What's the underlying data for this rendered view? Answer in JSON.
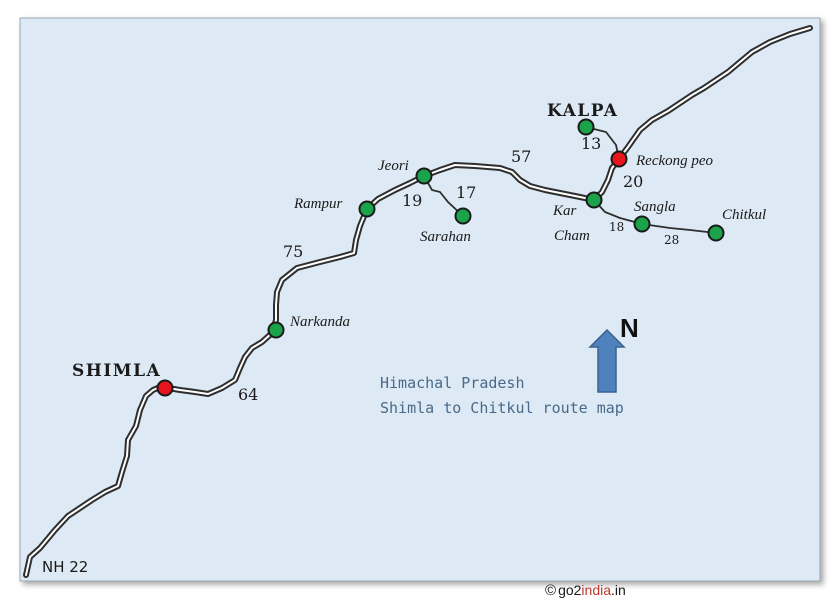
{
  "map": {
    "highway_label": "NH 22",
    "title_line1": "Himachal Pradesh",
    "title_line2": "Shimla to Chitkul route map",
    "north_label": "N",
    "colors": {
      "background": "#dde9f4",
      "road": "#3a3a3a",
      "town": "#1aa34a",
      "major_town": "#e8141b",
      "arrow": "#4f81bd",
      "title_text": "#4a6a8a"
    },
    "major_towns": [
      {
        "name": "SHIMLA"
      },
      {
        "name": "KALPA"
      }
    ],
    "towns": [
      {
        "name": "Narkanda"
      },
      {
        "name": "Rampur"
      },
      {
        "name": "Jeori"
      },
      {
        "name": "Sarahan"
      },
      {
        "name": "Kar"
      },
      {
        "name": "Cham"
      },
      {
        "name": "Sangla"
      },
      {
        "name": "Chitkul"
      },
      {
        "name": "Reckong peo"
      }
    ],
    "distances": [
      "64",
      "75",
      "19",
      "17",
      "57",
      "13",
      "20",
      "18",
      "28"
    ]
  },
  "credit": {
    "copyright_symbol": "©",
    "site_part1": "go2",
    "site_part2": "india",
    "site_part3": ".in"
  }
}
